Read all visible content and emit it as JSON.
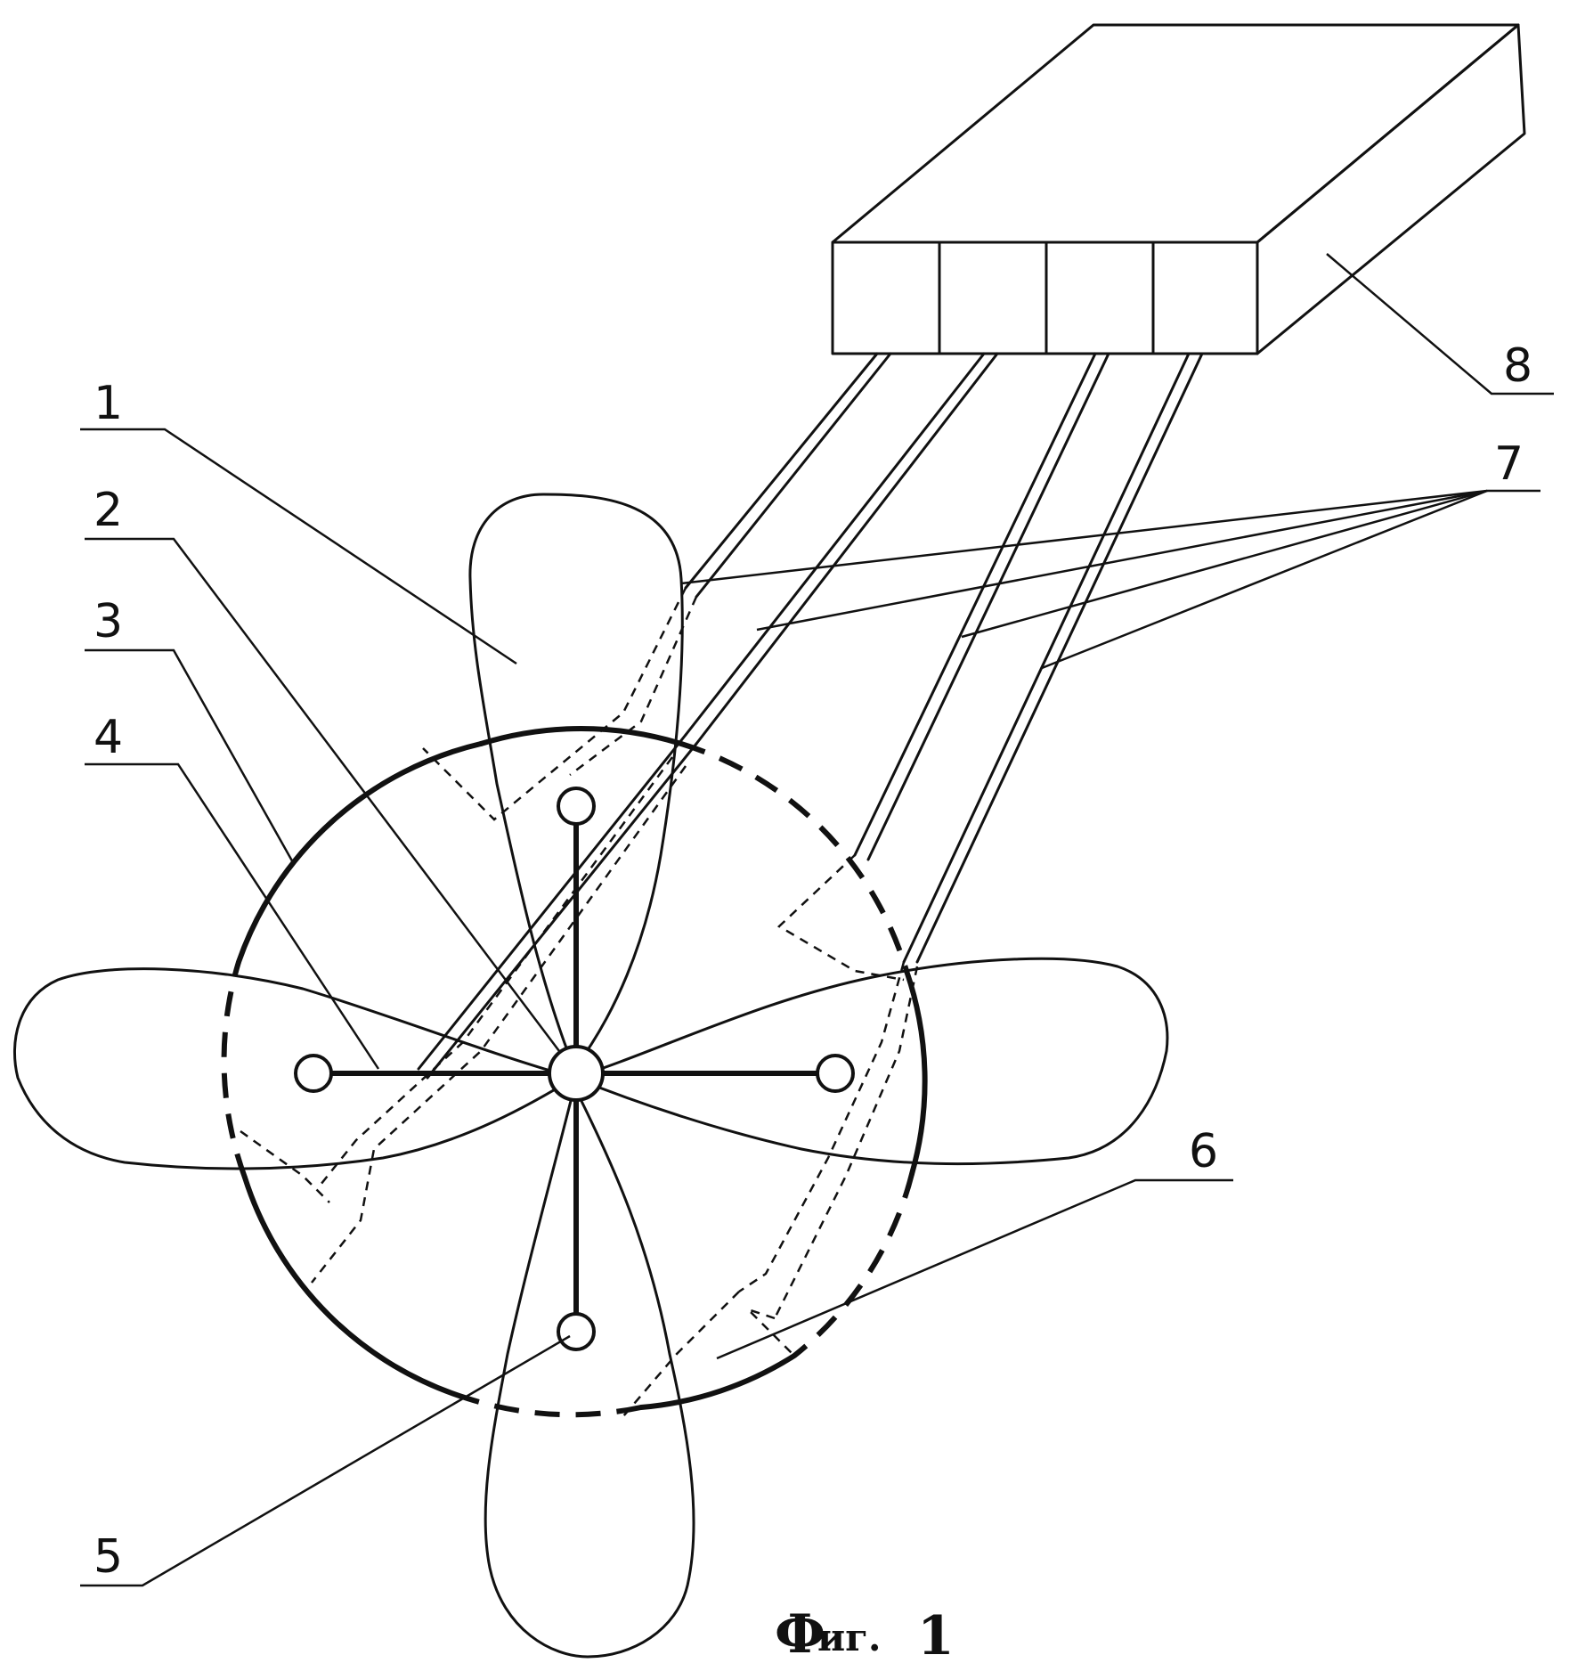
{
  "labels": {
    "l1": "1",
    "l2": "2",
    "l3": "3",
    "l4": "4",
    "l5": "5",
    "l6": "6",
    "l7": "7",
    "l8": "8"
  },
  "caption": {
    "big": "Ф",
    "small": "иг.",
    "number": "1"
  }
}
